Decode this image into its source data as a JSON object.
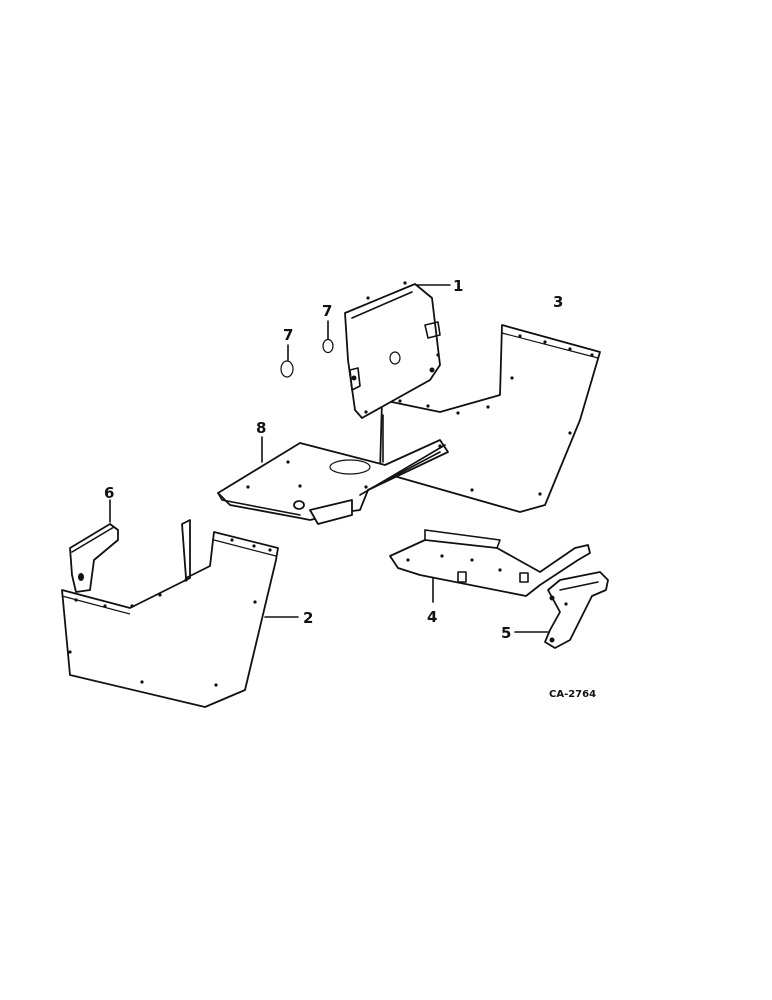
{
  "callouts": {
    "c1": "1",
    "c2": "2",
    "c3": "3",
    "c4": "4",
    "c5": "5",
    "c6": "6",
    "c7a": "7",
    "c7b": "7",
    "c8": "8"
  },
  "figure_code": "CA-2764"
}
